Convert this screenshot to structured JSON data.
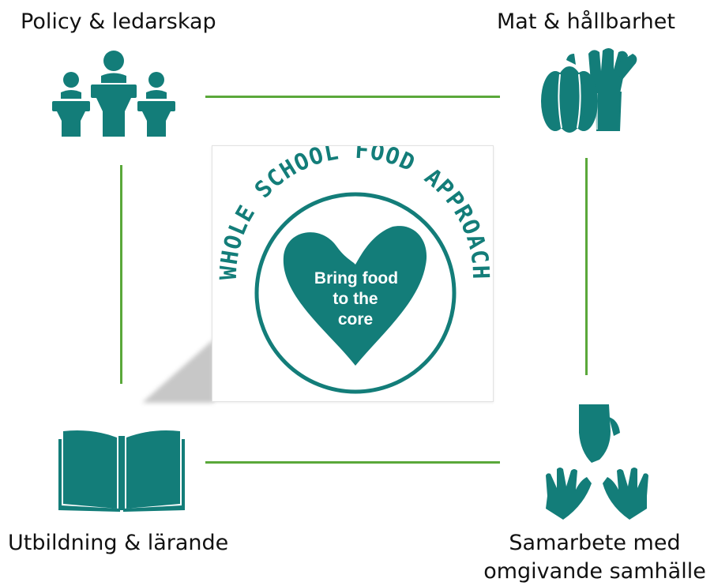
{
  "corners": {
    "top_left": {
      "label": "Policy & ledarskap",
      "icon": "people-podium-icon"
    },
    "top_right": {
      "label": "Mat & hållbarhet",
      "icon": "pumpkin-leek-icon"
    },
    "bottom_left": {
      "label": "Utbildning & lärande",
      "icon": "open-book-icon"
    },
    "bottom_right": {
      "line1": "Samarbete med",
      "line2": "omgivande samhälle",
      "icon": "hands-together-icon"
    }
  },
  "logo": {
    "arc_text": "WHOLE SCHOOL FOOD APPROACH",
    "heart_line1": "Bring food",
    "heart_line2": "to the",
    "heart_line3": "core"
  },
  "colors": {
    "teal": "#137d79",
    "connector_green": "#5aa83a",
    "text": "#111111"
  }
}
